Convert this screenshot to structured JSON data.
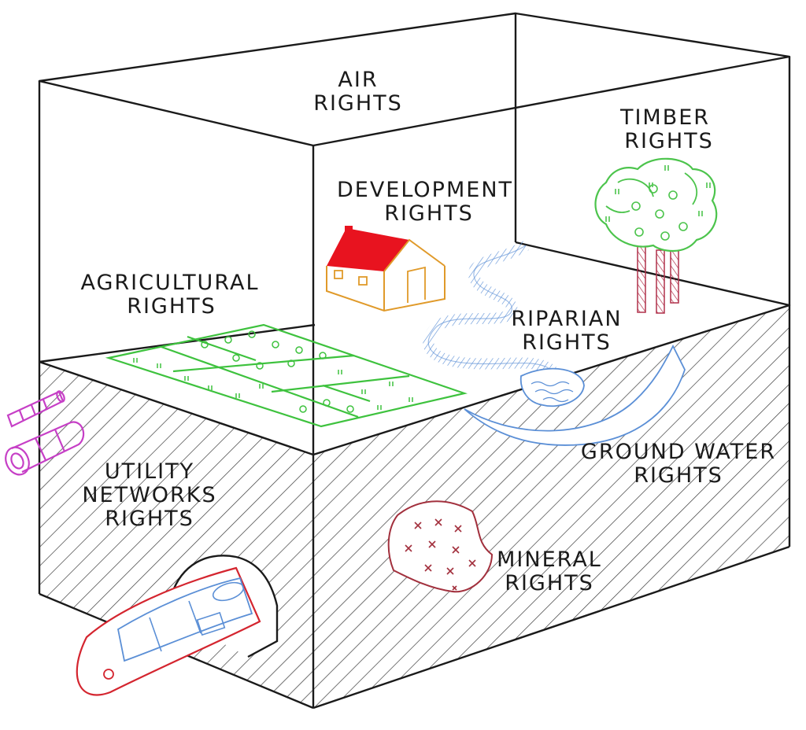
{
  "labels": {
    "air": [
      "AIR",
      "RIGHTS"
    ],
    "development": [
      "DEVELOPMENT",
      "RIGHTS"
    ],
    "timber": [
      "TIMBER",
      "RIGHTS"
    ],
    "agricultural": [
      "AGRICULTURAL",
      "RIGHTS"
    ],
    "riparian": [
      "RIPARIAN",
      "RIGHTS"
    ],
    "ground_water": [
      "GROUND WATER",
      "RIGHTS"
    ],
    "utility": [
      "UTILITY",
      "NETWORKS",
      "RIGHTS"
    ],
    "mineral": [
      "MINERAL",
      "RIGHTS"
    ]
  },
  "colors": {
    "outline": "#1a1a1a",
    "hatch": "#3a3a3a",
    "agriculture": "#3ec23e",
    "timber": "#4cc44c",
    "timber_trunk": "#b0304a",
    "house_roof": "#e8131f",
    "house_walls": "#e09a2a",
    "water": "#5b8fd6",
    "utility_pipes": "#c63fc6",
    "mineral": "#a2303d",
    "train": "#d4252f",
    "train_detail": "#5b8fd6"
  },
  "icons": [
    "house-icon",
    "tree-icon",
    "river-icon",
    "pipe-icon",
    "train-icon",
    "mineral-deposit-icon",
    "field-icon"
  ]
}
